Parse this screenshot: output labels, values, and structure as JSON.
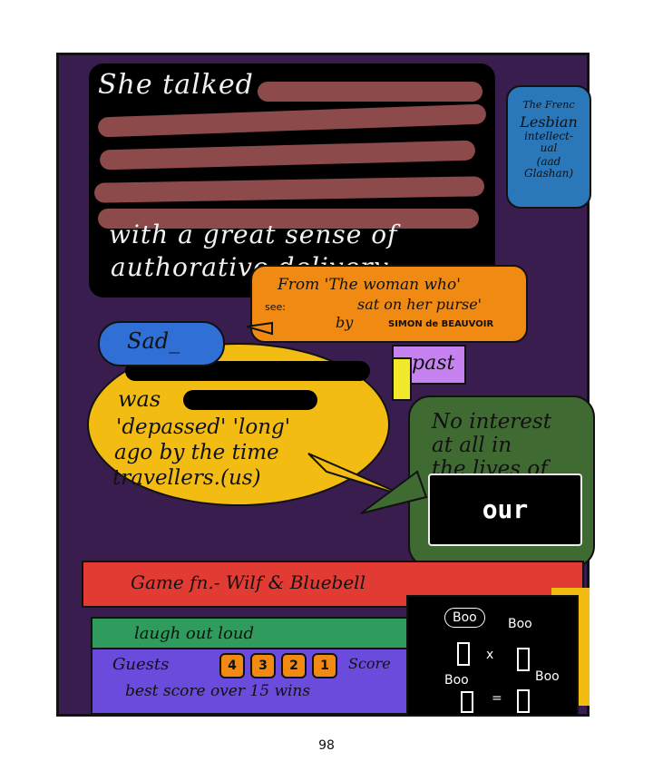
{
  "black_box": {
    "line1": "She talked",
    "line2": "with a great sense of",
    "line3": "authorative delivery."
  },
  "blue_note": {
    "line1": "The Frenc",
    "line2": "Lesbian",
    "line3": "intellect-",
    "line4": "ual",
    "line5": "(aad",
    "line6": "Glashan)"
  },
  "orange_box": {
    "line1": "From 'The woman who'",
    "line2": "sat on her purse'",
    "see": "see:",
    "by": "by",
    "author": "SIMON de BEAUVOIR"
  },
  "sad_bubble": {
    "text": "Sad_"
  },
  "yellow_bubble": {
    "line1": "was",
    "line2": "'depassed' 'long'",
    "line3": "ago by the time",
    "line4": "travellers.(us)"
  },
  "past_tag": {
    "text": "past"
  },
  "green_bubble": {
    "line1": "No interest",
    "line2": "at all in",
    "line3": "the lives of"
  },
  "saints_box": {
    "text": "our saints"
  },
  "game_bar": {
    "text": "Game fn.- Wilf & Bluebell"
  },
  "laugh_bar": {
    "text": "laugh out loud"
  },
  "guests_bar": {
    "guests": "Guests",
    "scores": [
      "4",
      "3",
      "2",
      "1"
    ],
    "score_label": "Score",
    "best": "best score over 15 wins"
  },
  "boo_box": {
    "boo1": "Boo",
    "boo2": "Boo",
    "boo3": "Boo",
    "boo4": "Boo",
    "x": "x",
    "eq": "="
  },
  "page_number": "98",
  "colors": {
    "panel": "#3a1d4f",
    "redaction": "#8c4a4a",
    "blue": "#2a77b9",
    "orange": "#f08a12",
    "yellow": "#f3bc12",
    "green": "#3f6a32",
    "red": "#e23b34",
    "purple": "#6a4bdc"
  }
}
